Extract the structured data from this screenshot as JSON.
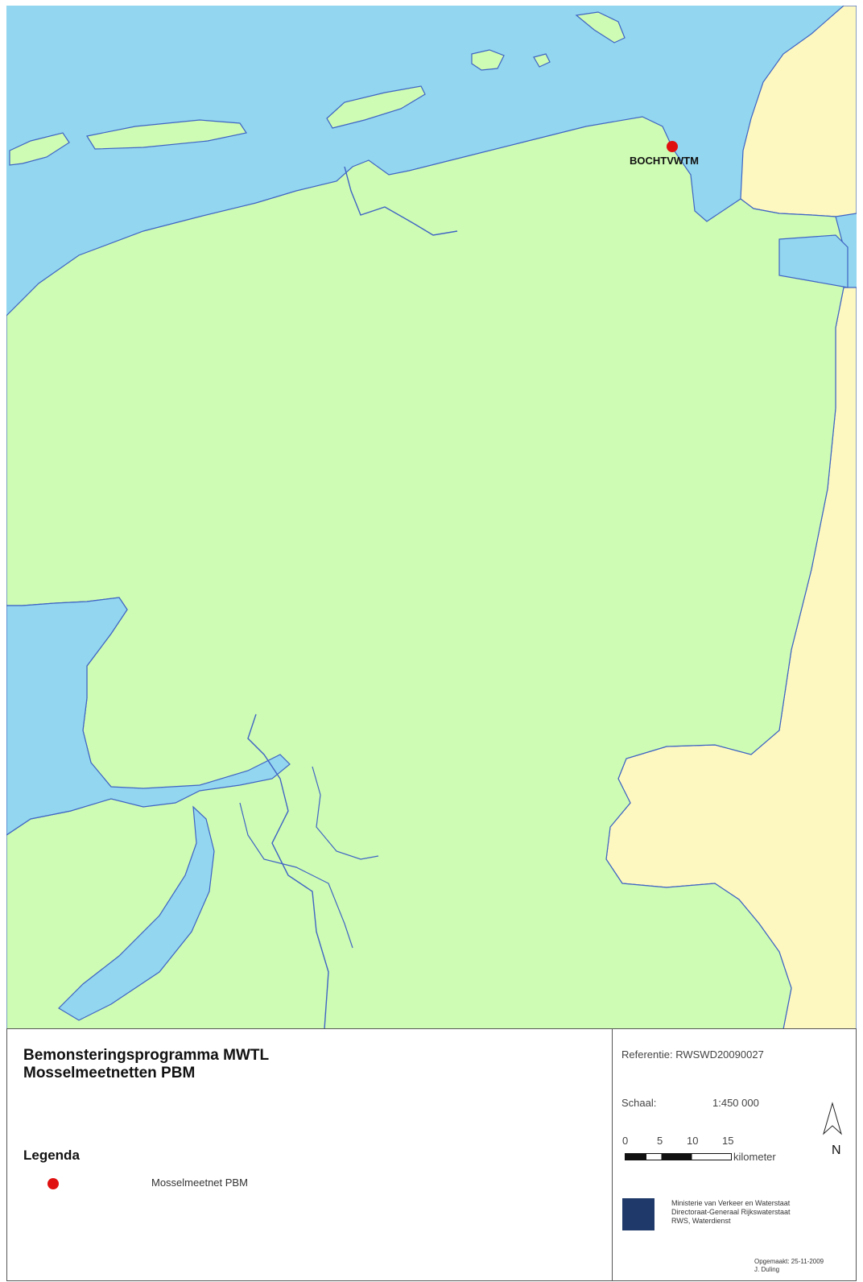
{
  "map": {
    "station": {
      "label": "BOCHTVWTM",
      "color": "#e01010"
    },
    "colors": {
      "water": "#93d6ef",
      "land_main": "#cefcb4",
      "land_other": "#fdf8c0",
      "coast": "#3f63c4"
    }
  },
  "panel": {
    "title_line1": "Bemonsteringsprogramma MWTL",
    "title_line2": "Mosselmeetnetten  PBM",
    "legend_title": "Legenda",
    "legend_item": "Mosselmeetnet PBM",
    "reference": "Referentie: RWSWD20090027",
    "scale_label": "Schaal:",
    "scale_value": "1:450 000",
    "scale_ticks": [
      "0",
      "5",
      "10",
      "15"
    ],
    "scale_unit": "kilometer",
    "north_label": "N",
    "ministry_lines": [
      "Ministerie van Verkeer en Waterstaat",
      "Directoraat-Generaal Rijkswaterstaat",
      "RWS, Waterdienst"
    ],
    "made_lines": [
      "Opgemaakt: 25-11-2009",
      "J. Duling"
    ]
  }
}
